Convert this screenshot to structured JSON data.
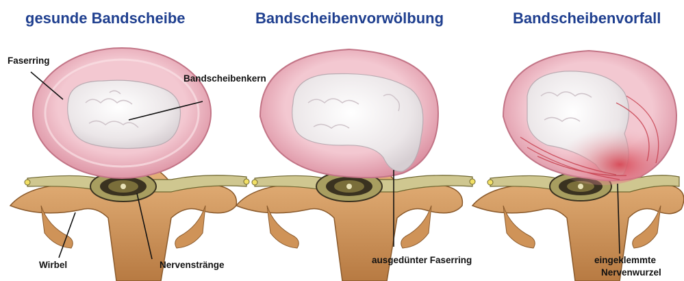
{
  "titles": {
    "healthy": "gesunde Bandscheibe",
    "bulge": "Bandscheibenvorwölbung",
    "herniation": "Bandscheibenvorfall"
  },
  "labels": {
    "annulus": "Faserring",
    "nucleus": "Bandscheibenkern",
    "vertebra": "Wirbel",
    "nerve_strands": "Nervenstränge",
    "thinned_annulus": "ausgedünter Faserring",
    "pinched_root_line1": "eingeklemmte",
    "pinched_root_line2": "Nervenwurzel"
  },
  "colors": {
    "title": "#1f3f8f",
    "annulus": "#e8a9b6",
    "annulus_light": "#f6d5dc",
    "nucleus": "#ece8ea",
    "bone": "#d8a06a",
    "bone_dark": "#9a6a3c",
    "nerve_sheath": "#c9c18a",
    "nerve_core": "#3a3220",
    "herniation_red": "#d9505a"
  }
}
